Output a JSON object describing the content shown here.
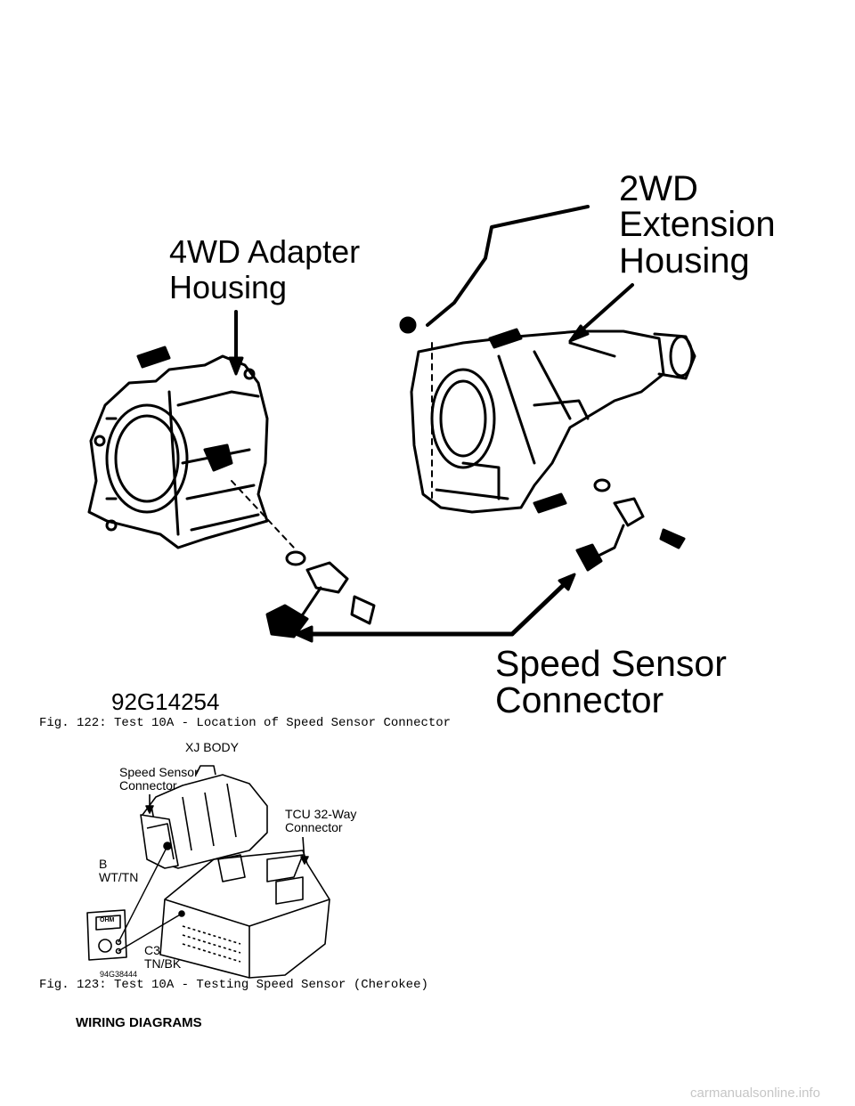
{
  "figure1": {
    "label_2wd": "2WD",
    "label_extension": "Extension",
    "label_housing_2wd": "Housing",
    "label_4wd_adapter": "4WD Adapter",
    "label_housing_4wd": "Housing",
    "label_speed_sensor": "Speed Sensor",
    "label_connector": "Connector",
    "figure_code": "92G14254",
    "caption": "Fig. 122:  Test 10A - Location of Speed Sensor Connector"
  },
  "figure2": {
    "body_title": "XJ BODY",
    "speed_sensor_line1": "Speed Sensor",
    "speed_sensor_line2": "Connector",
    "tcu_line1": "TCU 32-Way",
    "tcu_line2": "Connector",
    "pin_b": "B",
    "pin_b_wire": "WT/TN",
    "pin_c3": "C3",
    "pin_c3_wire": "TN/BK",
    "meter_display": "OHM",
    "figure_code": "94G38444",
    "caption": "Fig. 123:  Test 10A - Testing Speed Sensor (Cherokee)"
  },
  "section_heading": "WIRING DIAGRAMS",
  "footer": "carmanualsonline.info"
}
